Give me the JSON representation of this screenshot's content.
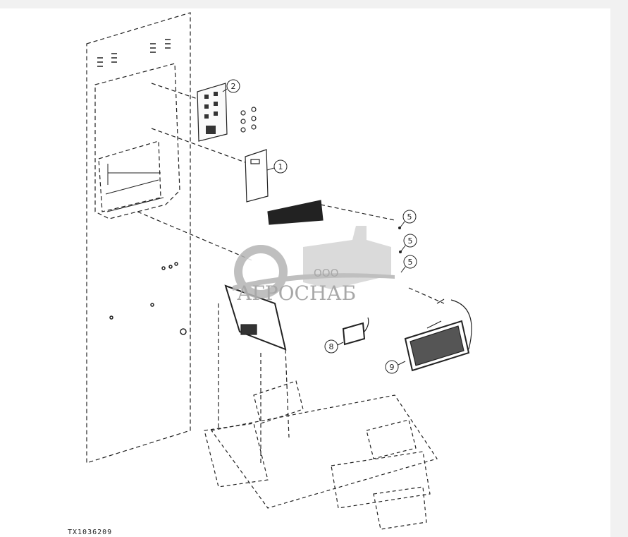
{
  "figure_id": "TX1036209",
  "callouts": [
    "2",
    "1",
    "5",
    "5",
    "5",
    "8",
    "9"
  ],
  "watermark": {
    "prefix": "ООО",
    "brand": "АГРОСНАБ"
  },
  "colors": {
    "line": "#222222",
    "watermark": "#b5b5b5",
    "background": "#ffffff"
  }
}
